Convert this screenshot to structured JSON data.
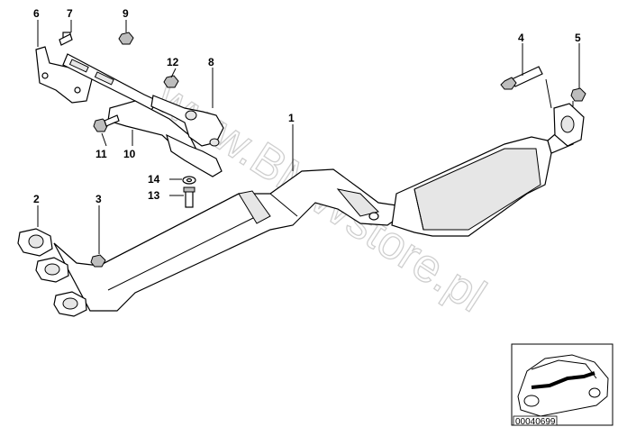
{
  "diagram": {
    "part_numbers": {
      "p1": "1",
      "p2": "2",
      "p3": "3",
      "p4": "4",
      "p5": "5",
      "p6": "6",
      "p7": "7",
      "p8": "8",
      "p9": "9",
      "p10": "10",
      "p11": "11",
      "p12": "12",
      "p13": "13",
      "p14": "14"
    },
    "watermark": "www.BMWstore.pl",
    "thumbnail_code": "00040699"
  }
}
